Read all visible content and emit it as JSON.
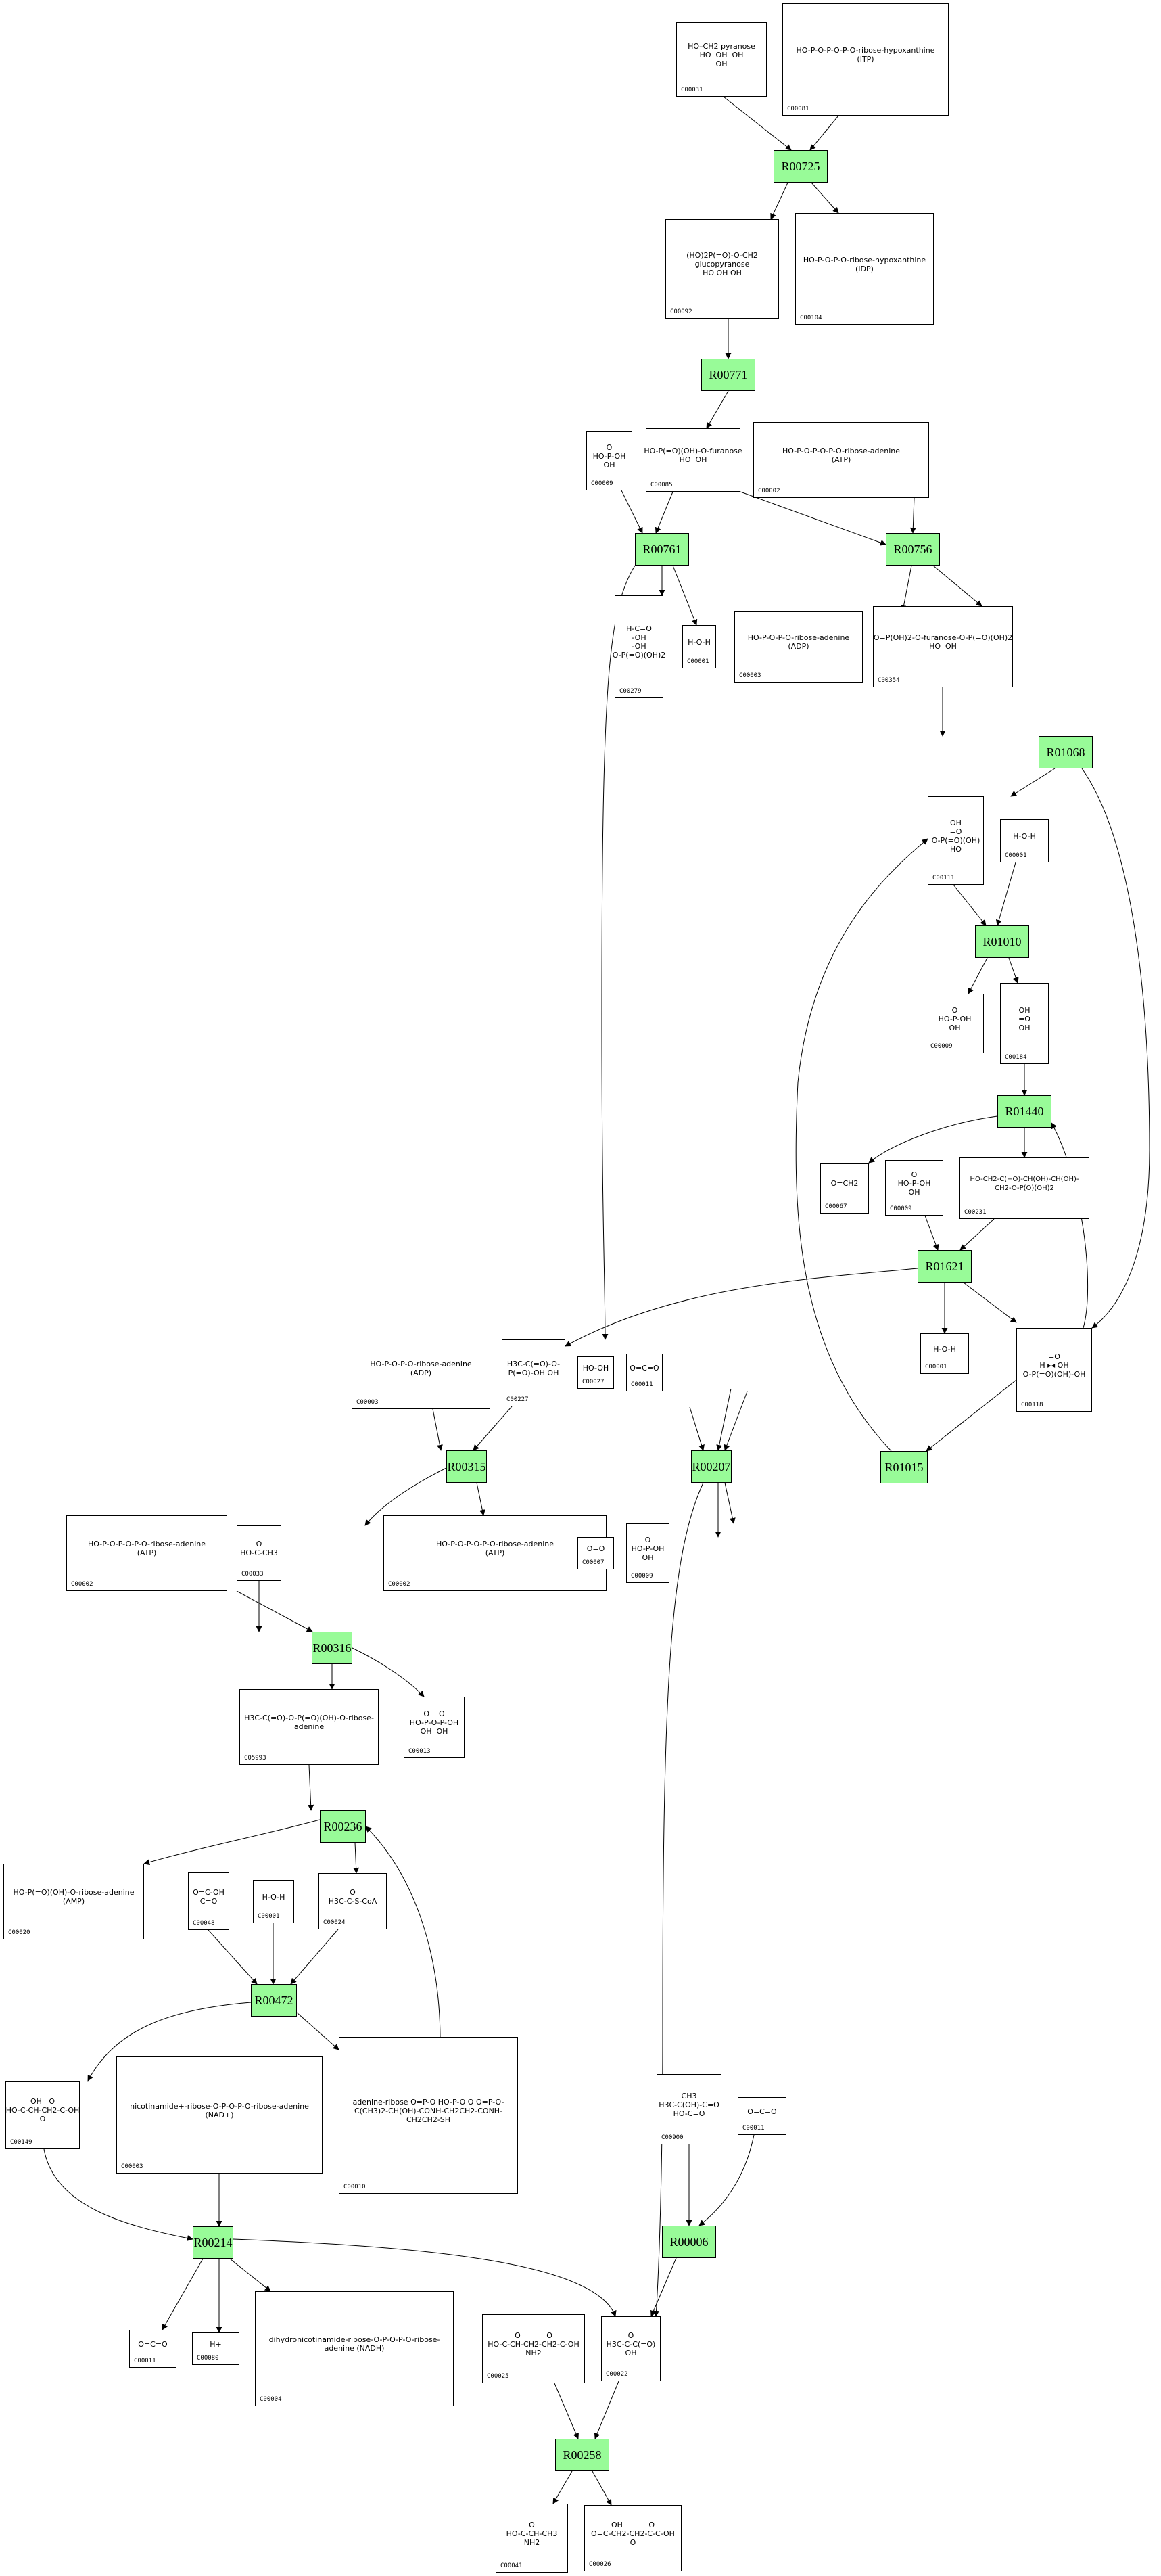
{
  "diagram": {
    "type": "metabolic-pathway",
    "reaction_fill": "#98fb98",
    "reactions": [
      {
        "id": "R00725"
      },
      {
        "id": "R00771"
      },
      {
        "id": "R00761"
      },
      {
        "id": "R00756"
      },
      {
        "id": "R01068"
      },
      {
        "id": "R01010"
      },
      {
        "id": "R01440"
      },
      {
        "id": "R01621"
      },
      {
        "id": "R01015"
      },
      {
        "id": "R00315"
      },
      {
        "id": "R00207"
      },
      {
        "id": "R00316"
      },
      {
        "id": "R00236"
      },
      {
        "id": "R00472"
      },
      {
        "id": "R00214"
      },
      {
        "id": "R00006"
      },
      {
        "id": "R00258"
      }
    ],
    "compounds": [
      {
        "key": "c00031",
        "id": "C00031",
        "structure": "HO–CH2 pyranose\nHO  OH  OH\nOH"
      },
      {
        "key": "c00081",
        "id": "C00081",
        "structure": "HO-P-O-P-O-P-O-ribose-hypoxanthine\n(ITP)"
      },
      {
        "key": "c00092",
        "id": "C00092",
        "structure": "(HO)2P(=O)-O-CH2\nglucopyranose\nHO OH OH"
      },
      {
        "key": "c00104",
        "id": "C00104",
        "structure": "HO-P-O-P-O-ribose-hypoxanthine\n(IDP)"
      },
      {
        "key": "c00009a",
        "id": "C00009",
        "structure": "O\nHO-P-OH\nOH"
      },
      {
        "key": "c00085",
        "id": "C00085",
        "structure": "HO-P(=O)(OH)-O-furanose\nHO  OH"
      },
      {
        "key": "c00002a",
        "id": "C00002",
        "structure": "HO-P-O-P-O-P-O-ribose-adenine\n(ATP)"
      },
      {
        "key": "c00279",
        "id": "C00279",
        "structure": "H-C=O\n-OH\n-OH\nO-P(=O)(OH)2"
      },
      {
        "key": "c00001a",
        "id": "C00001",
        "structure": "H-O-H"
      },
      {
        "key": "c00003a",
        "id": "C00003",
        "structure": "HO-P-O-P-O-ribose-adenine\n(ADP)"
      },
      {
        "key": "c00354",
        "id": "C00354",
        "structure": "O=P(OH)2-O-furanose-O-P(=O)(OH)2\nHO  OH"
      },
      {
        "key": "c00111",
        "id": "C00111",
        "structure": "OH\n=O\nO-P(=O)(OH)\nHO"
      },
      {
        "key": "c00001b",
        "id": "C00001",
        "structure": "H-O-H"
      },
      {
        "key": "c00009b",
        "id": "C00009",
        "structure": "O\nHO-P-OH\nOH"
      },
      {
        "key": "c00184",
        "id": "C00184",
        "structure": "OH\n=O\nOH"
      },
      {
        "key": "c00067",
        "id": "C00067",
        "structure": "O=CH2"
      },
      {
        "key": "c00009c",
        "id": "C00009",
        "structure": "O\nHO-P-OH\nOH"
      },
      {
        "key": "c00231",
        "id": "C00231",
        "structure": "HO-CH2-C(=O)-CH(OH)-CH(OH)-CH2-O-P(O)(OH)2"
      },
      {
        "key": "c00001c",
        "id": "C00001",
        "structure": "H-O-H"
      },
      {
        "key": "c00118",
        "id": "C00118",
        "structure": "=O\nH ▸◂ OH\nO-P(=O)(OH)-OH"
      },
      {
        "key": "c00003b",
        "id": "C00003",
        "structure": "HO-P-O-P-O-ribose-adenine\n(ADP)"
      },
      {
        "key": "c00227",
        "id": "C00227",
        "structure": "H3C-C(=O)-O-P(=O)-OH\nOH"
      },
      {
        "key": "c00027",
        "id": "C00027",
        "structure": "HO-OH"
      },
      {
        "key": "c00011a",
        "id": "C00011",
        "structure": "O=C=O"
      },
      {
        "key": "c00033",
        "id": "C00033",
        "structure": "O\nHO-C-CH3"
      },
      {
        "key": "c00002b",
        "id": "C00002",
        "structure": "HO-P-O-P-O-P-O-ribose-adenine\n(ATP)"
      },
      {
        "key": "c00002c",
        "id": "C00002",
        "structure": "HO-P-O-P-O-P-O-ribose-adenine\n(ATP)"
      },
      {
        "key": "c00007",
        "id": "C00007",
        "structure": "O=O"
      },
      {
        "key": "c00009d",
        "id": "C00009",
        "structure": "O\nHO-P-OH\nOH"
      },
      {
        "key": "c05993",
        "id": "C05993",
        "structure": "H3C-C(=O)-O-P(=O)(OH)-O-ribose-adenine"
      },
      {
        "key": "c00013",
        "id": "C00013",
        "structure": "O    O\nHO-P-O-P-OH\nOH  OH"
      },
      {
        "key": "c00020",
        "id": "C00020",
        "structure": "HO-P(=O)(OH)-O-ribose-adenine\n(AMP)"
      },
      {
        "key": "c00048",
        "id": "C00048",
        "structure": "O=C-OH\nC=O"
      },
      {
        "key": "c00001d",
        "id": "C00001",
        "structure": "H-O-H"
      },
      {
        "key": "c00024",
        "id": "C00024",
        "structure": "O\nH3C-C-S-CoA"
      },
      {
        "key": "c00149",
        "id": "C00149",
        "structure": "OH   O\nHO-C-CH-CH2-C-OH\nO"
      },
      {
        "key": "c00003c",
        "id": "C00003",
        "structure": "nicotinamide+-ribose-O-P-O-P-O-ribose-adenine\n(NAD+)"
      },
      {
        "key": "c00010",
        "id": "C00010",
        "structure": "adenine-ribose\nO=P-O  HO-P-O\nO\nO=P-O-C(CH3)2-CH(OH)-CONH-CH2CH2-CONH-CH2CH2-SH"
      },
      {
        "key": "c00900",
        "id": "C00900",
        "structure": "CH3\nH3C-C(OH)-C=O\nHO-C=O"
      },
      {
        "key": "c00011b",
        "id": "C00011",
        "structure": "O=C=O"
      },
      {
        "key": "c00011c",
        "id": "C00011",
        "structure": "O=C=O"
      },
      {
        "key": "c00080",
        "id": "C00080",
        "structure": "H+"
      },
      {
        "key": "c00004",
        "id": "C00004",
        "structure": "dihydronicotinamide-ribose-O-P-O-P-O-ribose-adenine\n(NADH)"
      },
      {
        "key": "c00025",
        "id": "C00025",
        "structure": "O           O\nHO-C-CH-CH2-CH2-C-OH\nNH2"
      },
      {
        "key": "c00022",
        "id": "C00022",
        "structure": "O\nH3C-C-C(=O)\nOH"
      },
      {
        "key": "c00041",
        "id": "C00041",
        "structure": "O\nHO-C-CH-CH3\nNH2"
      },
      {
        "key": "c00026",
        "id": "C00026",
        "structure": "OH           O\nO=C-CH2-CH2-C-C-OH\nO"
      }
    ]
  }
}
